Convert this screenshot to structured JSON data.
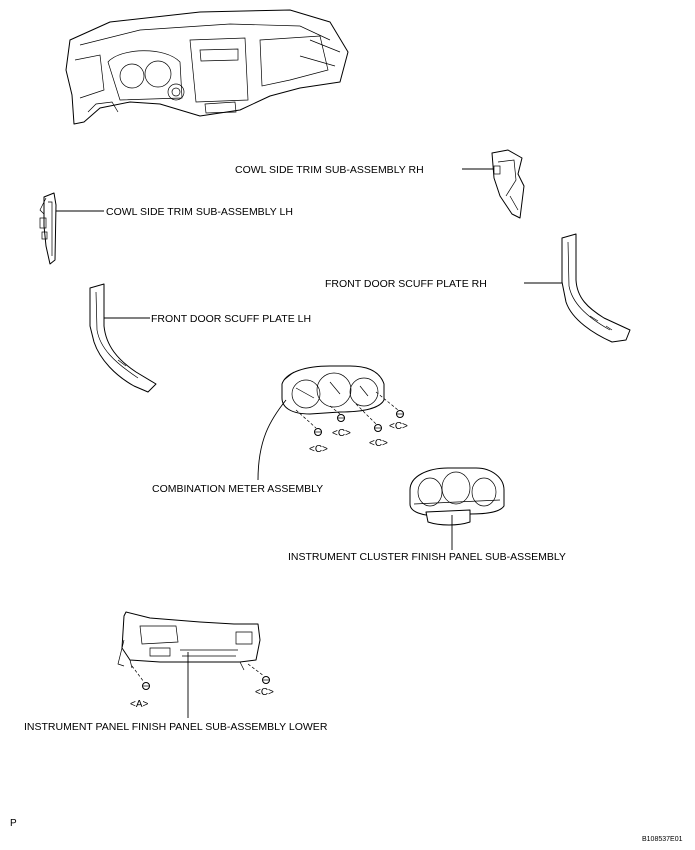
{
  "labels": {
    "cowl_rh": "COWL SIDE TRIM SUB-ASSEMBLY RH",
    "cowl_lh": "COWL SIDE TRIM SUB-ASSEMBLY LH",
    "scuff_rh": "FRONT DOOR SCUFF PLATE RH",
    "scuff_lh": "FRONT DOOR SCUFF PLATE LH",
    "meter": "COMBINATION METER ASSEMBLY",
    "cluster_panel": "INSTRUMENT CLUSTER FINISH PANEL SUB-ASSEMBLY",
    "lower_panel": "INSTRUMENT PANEL FINISH PANEL SUB-ASSEMBLY LOWER"
  },
  "fastener_callouts": {
    "c": "<C>",
    "a": "<A>"
  },
  "corner": {
    "page_letter": "P",
    "figure_code": "B108537E01"
  }
}
